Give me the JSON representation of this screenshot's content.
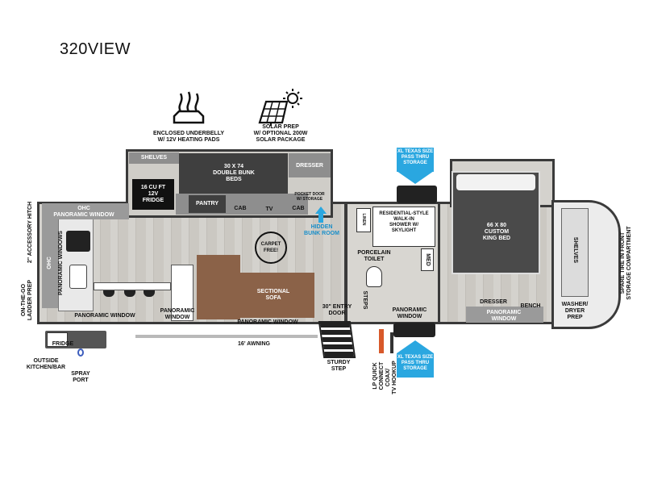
{
  "model_name": "320VIEW",
  "features": {
    "underbelly": "ENCLOSED UNDERBELLY\nW/ 12V HEATING PADS",
    "solar": "SOLAR PREP\nW/ OPTIONAL 200W\nSOLAR PACKAGE"
  },
  "labels": {
    "shelves_top": "SHELVES",
    "bunk_beds": "30 X 74\nDOUBLE BUNK\nBEDS",
    "dresser_top": "DRESSER",
    "fridge_16": "16 CU FT\n12V\nFRIDGE",
    "pantry": "PANTRY",
    "cab_1": "CAB",
    "tv": "TV",
    "cab_2": "CAB",
    "pocket_door": "POCKET DOOR\nW/ STORAGE",
    "hidden_bunk": "HIDDEN\nBUNK ROOM",
    "carpet_free": "CARPET\nFREE!",
    "ohc_panoramic": "OHC\nPANORAMIC WINDOW",
    "ohc_side": "OHC",
    "panoramic_windows_side": "PANORAMIC WINDOWS",
    "accessory_hitch": "2\" ACCESSORY HITCH",
    "ladder_prep": "ON-THE-GO\nLADDER PREP",
    "panoramic_window_1": "PANORAMIC WINDOW",
    "panoramic_window_2": "PANORAMIC\nWINDOW",
    "panoramic_window_3": "PANORAMIC WINDOW",
    "panoramic_window_4": "PANORAMIC\nWINDOW",
    "panoramic_window_5": "PANORAMIC\nWINDOW",
    "sectional_sofa": "SECTIONAL\nSOFA",
    "entry_door": "30\" ENTRY\nDOOR",
    "steps": "STEPS",
    "fridge_outside": "FRIDGE",
    "outside_kitchen": "OUTSIDE\nKITCHEN/BAR",
    "spray_port": "SPRAY\nPORT",
    "awning": "16' AWNING",
    "sturdy_step": "STURDY\nSTEP",
    "lp_quick": "LP QUICK\nCONNECT",
    "coax": "COAX/\nTV HOOKUP",
    "linen": "LINEN",
    "shower": "RESIDENTIAL-STYLE\nWALK-IN\nSHOWER W/\nSKYLIGHT",
    "porcelain_toilet": "PORCELAIN\nTOILET",
    "med": "MED",
    "king_bed": "66 X 80\nCUSTOM\nKING BED",
    "dresser_bottom": "DRESSER",
    "bench": "BENCH",
    "shelves_right": "SHELVES",
    "washer_dryer": "WASHER/\nDRYER\nPREP",
    "spare_tire": "SPARE TIRE IN FRONT\nSTORAGE COMPARTMENT",
    "storage_top": "XL TEXAS SIZE\nPASS THRU\nSTORAGE",
    "storage_bottom": "XL TEXAS SIZE\nPASS THRU\nSTORAGE"
  },
  "colors": {
    "accent_blue": "#2aa7e0",
    "sofa_brown": "#8b6248",
    "wall_dark": "#3a3a3a",
    "floor_wood": "#cbc8c2"
  },
  "icons": {
    "heat": "heating-waves-icon",
    "solar": "solar-panel-sun-icon"
  }
}
